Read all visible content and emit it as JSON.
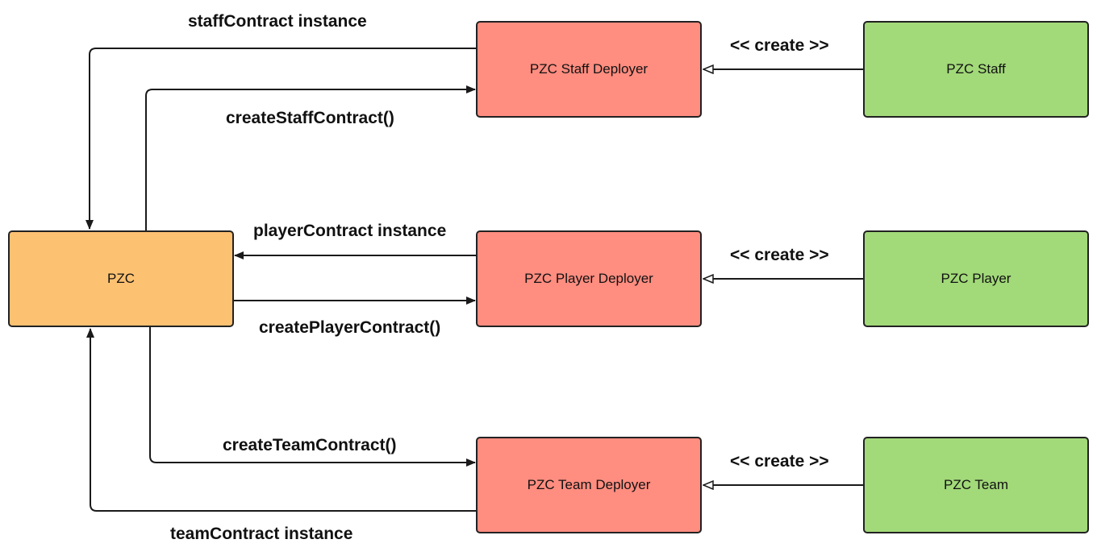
{
  "colors": {
    "core": "#fdc172",
    "deployer": "#ff8d80",
    "component": "#a2d979",
    "line": "#1a1a1a"
  },
  "nodes": {
    "pzc": "PZC",
    "staff_deployer": "PZC Staff Deployer",
    "player_deployer": "PZC Player Deployer",
    "team_deployer": "PZC Team Deployer",
    "staff": "PZC Staff",
    "player": "PZC Player",
    "team": "PZC Team"
  },
  "edges": {
    "staff_instance": "staffContract instance",
    "create_staff": "createStaffContract()",
    "player_instance": "playerContract instance",
    "create_player": "createPlayerContract()",
    "create_team": "createTeamContract()",
    "team_instance": "teamContract instance",
    "create_stereotype_staff": "<< create >>",
    "create_stereotype_player": "<< create >>",
    "create_stereotype_team": "<< create >>"
  }
}
